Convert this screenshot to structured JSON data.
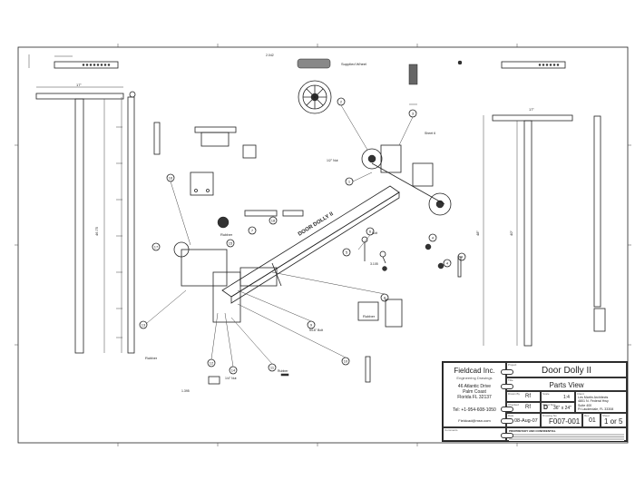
{
  "drawing": {
    "callouts": [
      "1",
      "2",
      "3",
      "4",
      "4",
      "4",
      "5",
      "6",
      "7",
      "8",
      "9",
      "10",
      "11",
      "12",
      "13",
      "14",
      "15",
      "16",
      "17",
      "18"
    ],
    "labels": {
      "supplied_wheel": "Supplied Wheel",
      "sheet": "Sheet 6",
      "nut_half": "1/2\" Nut",
      "bolt_top": "Bolt",
      "bolt_5_16": "5/16\" Bolt",
      "nut_quarter": "1/4\" Nut",
      "rubber_1": "Rubber",
      "rubber_2": "Rubber",
      "rubber_3": "Rubber",
      "rubber_4": "Rubber",
      "dim_1395": "1.395",
      "dim_3105": "3.105",
      "dim_2042": "2.042",
      "dim_4075": "46.75",
      "dim_17a": "17\"",
      "dim_17b": "17\"",
      "dim_40": "40\"",
      "dim_48": "48\""
    },
    "axle_text": "DOOR DOLLY II"
  },
  "title_block": {
    "company": "Fieldcad Inc.",
    "tagline": "Engineering Drawings",
    "address_1": "46 Atlantic Drive",
    "address_2": "Palm Coast",
    "address_3": "Florida  FL 32137",
    "tel": "Tel: +1-954-608-1050",
    "email": "Fieldcad@msn.com",
    "project_label": "Project",
    "project": "Door Dolly II",
    "title_label": "Title",
    "title": "Parts View",
    "drawn_by_label": "Drawn By",
    "drawn_by": "Rf",
    "checked_label": "Checked",
    "checked": "Rf",
    "scale_label": "Scale",
    "scale": "1:4",
    "sheet_size_label": "Sheet Size",
    "sheet_size_code": "D",
    "sheet_size": "36\" x 24\"",
    "client_label": "Client",
    "client_1": "Les Martin Architects",
    "client_2": "4801 N. Federal Hwy",
    "client_3": "Suite 400",
    "client_4": "Ft Lauderdale,  FL 33308",
    "date_label": "Date",
    "date": "08-Aug-07",
    "drawing_no_label": "Drawing No",
    "drawing_no": "F007-001",
    "rev_label": "Rev",
    "rev": "01",
    "sheet_label": "Sheet",
    "sheet": "1 or 5",
    "comments_label": "Comments",
    "notes_title": "PROPRIETARY AND CONFIDENTIAL"
  }
}
